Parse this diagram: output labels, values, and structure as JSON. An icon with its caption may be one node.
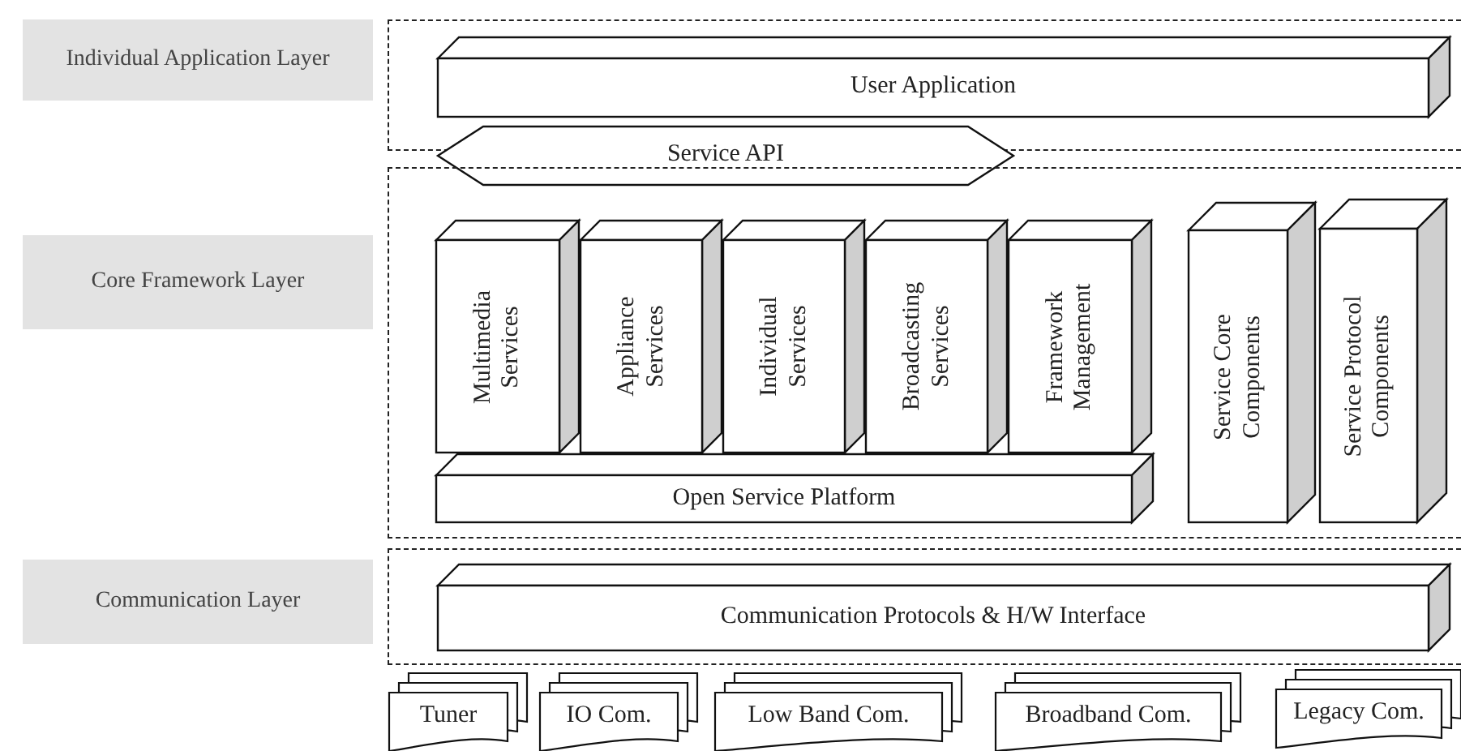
{
  "diagram": {
    "nodes": [
      {
        "text": [
          "Individual Application Layer"
        ]
      },
      {
        "text": [
          "Core Framework Layer"
        ]
      },
      {
        "text": [
          "Communication Layer"
        ]
      },
      {
        "text": [],
        "shape": "box"
      },
      {
        "text": [
          "User Application"
        ],
        "in": 3
      },
      {
        "text": [
          "Service API"
        ]
      },
      {
        "text": [],
        "shape": "box"
      },
      {
        "text": [
          "Multimedia Services"
        ],
        "in": 6
      },
      {
        "text": [
          "Appliance Services"
        ],
        "in": 6
      },
      {
        "text": [
          "Individual Services"
        ],
        "in": 6
      },
      {
        "text": [
          "Broadcasting Services"
        ],
        "in": 6
      },
      {
        "text": [
          "Framework Management"
        ],
        "in": 6
      },
      {
        "text": [
          "Open Service Platform"
        ],
        "in": 6
      },
      {
        "text": [
          "Service Core Components"
        ],
        "in": 6
      },
      {
        "text": [
          "Service Protocol Components"
        ],
        "in": 6
      },
      {
        "text": [],
        "shape": "box"
      },
      {
        "text": [
          "Communication Protocols & H/W Interface"
        ],
        "in": 15
      },
      {
        "text": [
          "Tuner"
        ]
      },
      {
        "text": [
          "IO Com."
        ]
      },
      {
        "text": [
          "Low Band Com."
        ]
      },
      {
        "text": [
          "Broadband Com."
        ]
      },
      {
        "text": [
          "Legacy Com."
        ]
      }
    ]
  }
}
